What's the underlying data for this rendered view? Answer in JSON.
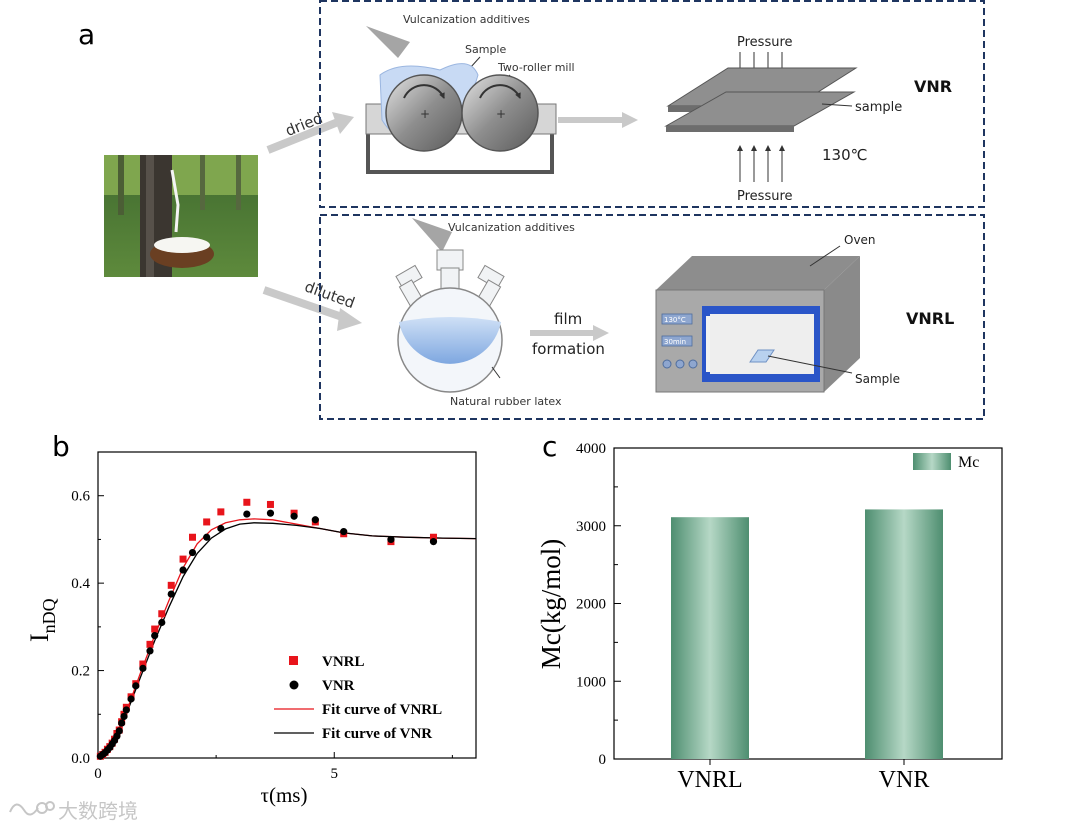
{
  "panel_a": {
    "letter": "a",
    "top_process": {
      "route_label": "dried",
      "additive_label": "Vulcanization additives",
      "sample_label": "Sample",
      "mill_label": "Two-roller mill",
      "pressure_top": "Pressure",
      "pressure_bottom": "Pressure",
      "press_sample_label": "sample",
      "temperature": "130℃",
      "product": "VNR"
    },
    "bottom_process": {
      "route_label": "diluted",
      "additive_label": "Vulcanization additives",
      "latex_label": "Natural rubber latex",
      "step_line1": "film",
      "step_line2": "formation",
      "oven_label": "Oven",
      "oven_sample_label": "Sample",
      "oven_display_temp": "130°C",
      "oven_display_time": "30min",
      "product": "VNRL"
    }
  },
  "chart_data": [
    {
      "type": "scatter",
      "panel": "b",
      "xlabel": "τ(ms)",
      "ylabel": "I",
      "ylabel_sub": "nDQ",
      "xlim": [
        0,
        8
      ],
      "ylim": [
        0,
        0.7
      ],
      "xticks": [
        0,
        5
      ],
      "yticks": [
        "0.0",
        "0.2",
        "0.4",
        "0.6"
      ],
      "series": [
        {
          "name": "VNRL",
          "marker": "square",
          "color": "#e8141b",
          "points": [
            [
              0.05,
              0.004
            ],
            [
              0.1,
              0.008
            ],
            [
              0.15,
              0.013
            ],
            [
              0.2,
              0.02
            ],
            [
              0.25,
              0.026
            ],
            [
              0.3,
              0.034
            ],
            [
              0.35,
              0.043
            ],
            [
              0.4,
              0.056
            ],
            [
              0.45,
              0.064
            ],
            [
              0.5,
              0.083
            ],
            [
              0.55,
              0.1
            ],
            [
              0.6,
              0.116
            ],
            [
              0.7,
              0.14
            ],
            [
              0.8,
              0.17
            ],
            [
              0.95,
              0.215
            ],
            [
              1.1,
              0.26
            ],
            [
              1.2,
              0.295
            ],
            [
              1.35,
              0.33
            ],
            [
              1.55,
              0.395
            ],
            [
              1.8,
              0.455
            ],
            [
              2.0,
              0.505
            ],
            [
              2.3,
              0.54
            ],
            [
              2.6,
              0.563
            ],
            [
              3.15,
              0.585
            ],
            [
              3.65,
              0.58
            ],
            [
              4.15,
              0.56
            ],
            [
              4.6,
              0.54
            ],
            [
              5.2,
              0.513
            ],
            [
              6.2,
              0.495
            ],
            [
              7.1,
              0.505
            ]
          ]
        },
        {
          "name": "VNR",
          "marker": "circle",
          "color": "#000000",
          "points": [
            [
              0.05,
              0.004
            ],
            [
              0.1,
              0.008
            ],
            [
              0.15,
              0.012
            ],
            [
              0.2,
              0.018
            ],
            [
              0.25,
              0.024
            ],
            [
              0.3,
              0.032
            ],
            [
              0.35,
              0.04
            ],
            [
              0.4,
              0.05
            ],
            [
              0.45,
              0.062
            ],
            [
              0.5,
              0.08
            ],
            [
              0.55,
              0.095
            ],
            [
              0.6,
              0.11
            ],
            [
              0.7,
              0.135
            ],
            [
              0.8,
              0.165
            ],
            [
              0.95,
              0.205
            ],
            [
              1.1,
              0.245
            ],
            [
              1.2,
              0.28
            ],
            [
              1.35,
              0.31
            ],
            [
              1.55,
              0.375
            ],
            [
              1.8,
              0.43
            ],
            [
              2.0,
              0.47
            ],
            [
              2.3,
              0.505
            ],
            [
              2.6,
              0.525
            ],
            [
              3.15,
              0.558
            ],
            [
              3.65,
              0.56
            ],
            [
              4.15,
              0.553
            ],
            [
              4.6,
              0.545
            ],
            [
              5.2,
              0.518
            ],
            [
              6.2,
              0.5
            ],
            [
              7.1,
              0.495
            ]
          ]
        },
        {
          "name": "Fit curve of VNRL",
          "marker": "line",
          "color": "#e8141b",
          "points": [
            [
              0,
              0
            ],
            [
              0.3,
              0.035
            ],
            [
              0.6,
              0.105
            ],
            [
              0.9,
              0.195
            ],
            [
              1.2,
              0.28
            ],
            [
              1.5,
              0.36
            ],
            [
              1.8,
              0.435
            ],
            [
              2.1,
              0.49
            ],
            [
              2.4,
              0.522
            ],
            [
              2.7,
              0.538
            ],
            [
              3.0,
              0.545
            ],
            [
              3.3,
              0.547
            ],
            [
              3.7,
              0.545
            ],
            [
              4.2,
              0.535
            ],
            [
              4.7,
              0.525
            ],
            [
              5.2,
              0.515
            ],
            [
              5.8,
              0.508
            ],
            [
              6.5,
              0.505
            ],
            [
              7.3,
              0.503
            ],
            [
              8.0,
              0.502
            ]
          ]
        },
        {
          "name": "Fit curve of VNR",
          "marker": "line",
          "color": "#000000",
          "points": [
            [
              0,
              0
            ],
            [
              0.3,
              0.033
            ],
            [
              0.6,
              0.1
            ],
            [
              0.9,
              0.185
            ],
            [
              1.2,
              0.268
            ],
            [
              1.5,
              0.345
            ],
            [
              1.8,
              0.415
            ],
            [
              2.1,
              0.468
            ],
            [
              2.4,
              0.503
            ],
            [
              2.7,
              0.524
            ],
            [
              3.0,
              0.535
            ],
            [
              3.3,
              0.538
            ],
            [
              3.7,
              0.537
            ],
            [
              4.2,
              0.532
            ],
            [
              4.7,
              0.525
            ],
            [
              5.2,
              0.515
            ],
            [
              5.8,
              0.508
            ],
            [
              6.5,
              0.505
            ],
            [
              7.3,
              0.503
            ],
            [
              8.0,
              0.502
            ]
          ]
        }
      ]
    },
    {
      "type": "bar",
      "panel": "c",
      "categories": [
        "VNRL",
        "VNR"
      ],
      "values": [
        3110,
        3210
      ],
      "series": [
        {
          "name": "Mc",
          "values": [
            3110,
            3210
          ]
        }
      ],
      "ylabel": "Mc(kg/mol)",
      "ylim": [
        0,
        4000
      ],
      "yticks": [
        "0",
        "1000",
        "2000",
        "3000",
        "4000"
      ],
      "bar_color": "#5f9e80",
      "legend_position": "top-right"
    }
  ],
  "watermark": "大数跨境"
}
